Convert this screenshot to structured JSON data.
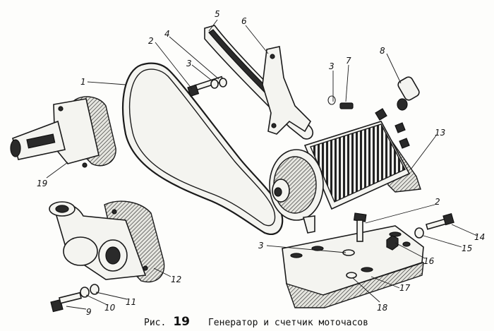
{
  "caption": {
    "prefix": "Рис.",
    "number": "19",
    "title": "Генератор и счетчик моточасов"
  },
  "callouts": [
    "1",
    "2",
    "4",
    "3",
    "5",
    "6",
    "3",
    "7",
    "8",
    "13",
    "19",
    "2",
    "14",
    "15",
    "16",
    "3",
    "12",
    "17",
    "18",
    "9",
    "10",
    "11"
  ]
}
